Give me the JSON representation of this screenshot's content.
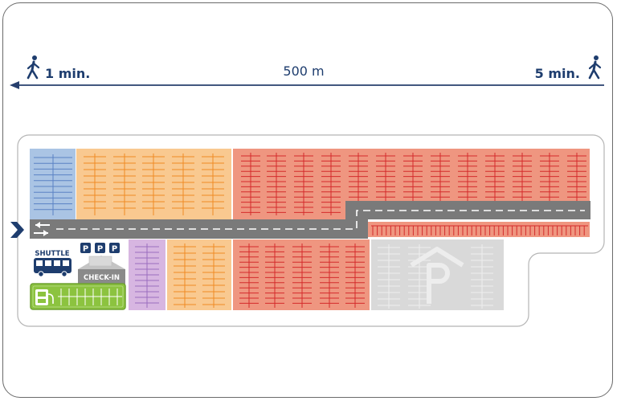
{
  "header": {
    "left_time": "1 min.",
    "distance": "500 m",
    "right_time": "5 min."
  },
  "icons": {
    "walker_left": "pedestrian-icon",
    "walker_right": "pedestrian-icon",
    "entrance": "chevron-right-icon",
    "shuttle": "shuttle-bus-icon",
    "parking": "parking-p-icon",
    "ev": "ev-charging-icon",
    "garage": "parking-garage-icon",
    "direction": "two-way-arrow-icon"
  },
  "labels": {
    "shuttle": "SHUTTLE",
    "checkin": "CHECK-IN",
    "parking_letter": "P"
  },
  "colors": {
    "blue_area": "#aac4e4",
    "orange_area": "#f9c990",
    "red_area": "#ef9680",
    "purple_area": "#d7b6e1",
    "garage_area": "#d9d9d9",
    "ev_area": "#8cc33f",
    "road": "#7a7a7a",
    "text_navy": "#1e3d6e",
    "distance_line": "#273f6d",
    "line_blue": "#5a82c4",
    "line_orange": "#f08a24",
    "line_red": "#d42b2b",
    "line_purple": "#9b6dc0"
  }
}
